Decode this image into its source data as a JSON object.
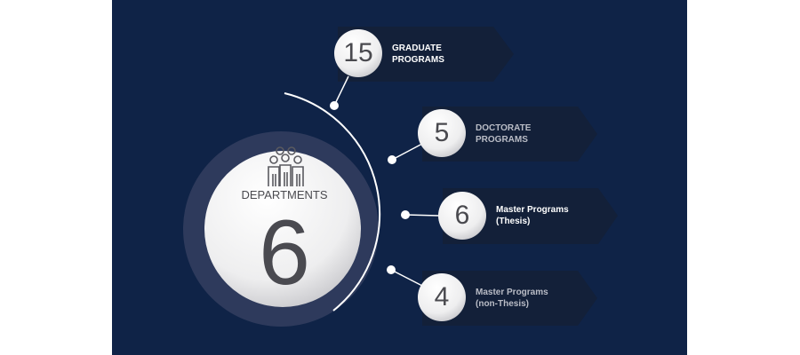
{
  "center": {
    "label": "DEPARTMENTS",
    "value": "6",
    "icon": "people-group-icon"
  },
  "items": [
    {
      "value": "15",
      "line1": "GRADUATE",
      "line2": "PROGRAMS",
      "color": "#ffffff"
    },
    {
      "value": "5",
      "line1": "DOCTORATE",
      "line2": "PROGRAMS",
      "color": "#b9bcc6"
    },
    {
      "value": "6",
      "line1": "Master Programs",
      "line2": "(Thesis)",
      "color": "#ffffff"
    },
    {
      "value": "4",
      "line1": "Master Programs",
      "line2": "(non-Thesis)",
      "color": "#b9bcc6"
    }
  ]
}
